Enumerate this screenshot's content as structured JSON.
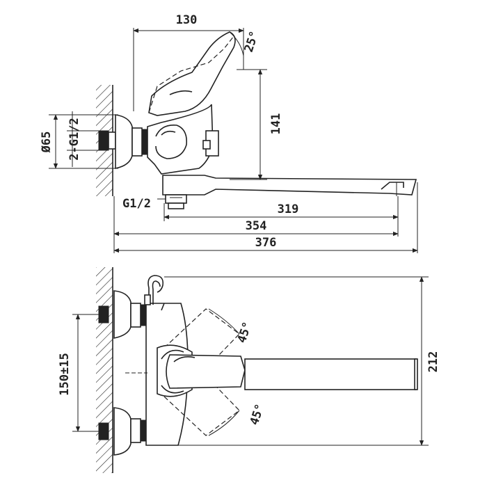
{
  "colors": {
    "line": "#222222",
    "background": "#ffffff"
  },
  "side_view": {
    "top_width": "130",
    "lever_angle": "25°",
    "height": "141",
    "flange_diameter": "Ø65",
    "inlet_thread": "2-G1/2",
    "outlet_thread": "G1/2",
    "spout_reach_1": "319",
    "spout_reach_2": "354",
    "total_length": "376"
  },
  "top_view": {
    "lever_angle_upper": "45°",
    "lever_angle_lower": "45°",
    "center_distance": "150±15",
    "total_depth": "212"
  }
}
